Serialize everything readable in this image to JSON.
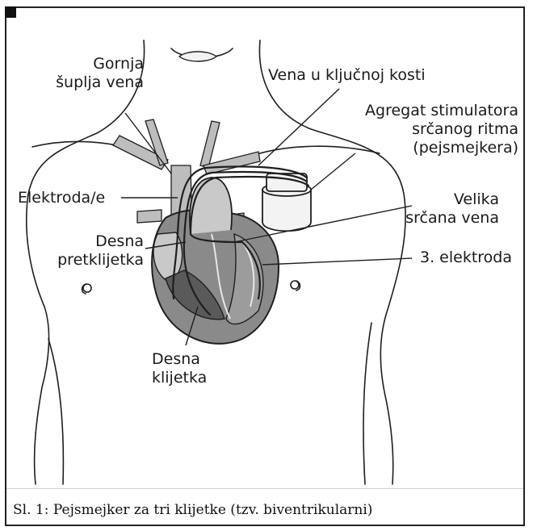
{
  "labels": {
    "svc": [
      "Gornja",
      "šuplja vena"
    ],
    "subclavian": "Vena u ključnoj kosti",
    "generator": [
      "Agregat stimulatora",
      "srčanog ritma",
      "(pejsmejkera)"
    ],
    "electrodes": "Elektroda/e",
    "great_cardiac_vein": [
      "Velika",
      "srčana vena"
    ],
    "right_atrium": [
      "Desna",
      "pretklijetka"
    ],
    "third_electrode": "3. elektroda",
    "right_ventricle": [
      "Desna",
      "klijetka"
    ]
  },
  "caption": "Sl. 1: Pejsmejker za tri klijetke (tzv. biventrikularni)",
  "colors": {
    "line": "#1f1f1f",
    "heart_fill": "#8a8a8a",
    "heart_dark": "#5a5a5a",
    "heart_light": "#c9c9c9",
    "device_fill": "#f3f3f3"
  }
}
